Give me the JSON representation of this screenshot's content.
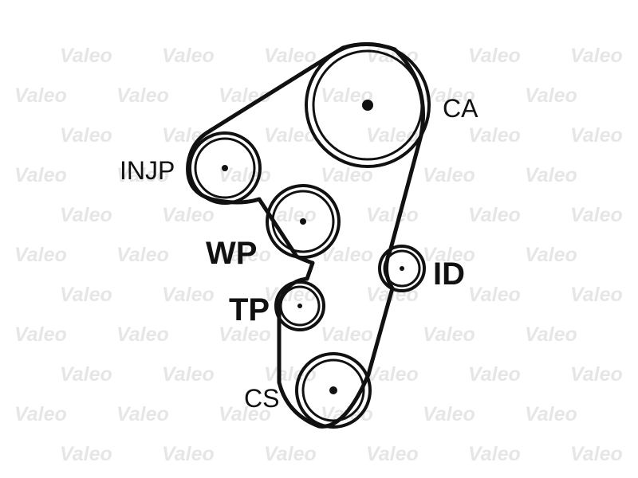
{
  "watermark": {
    "text": "Valeo",
    "color": "#e6e6e6"
  },
  "diagram": {
    "pulleys": [
      {
        "id": "CA",
        "label": "CA",
        "label_style": "light"
      },
      {
        "id": "INJP",
        "label": "INJP",
        "label_style": "light"
      },
      {
        "id": "WP",
        "label": "WP",
        "label_style": "bold"
      },
      {
        "id": "ID",
        "label": "ID",
        "label_style": "bold"
      },
      {
        "id": "TP",
        "label": "TP",
        "label_style": "bold"
      },
      {
        "id": "CS",
        "label": "CS",
        "label_style": "light"
      }
    ]
  }
}
